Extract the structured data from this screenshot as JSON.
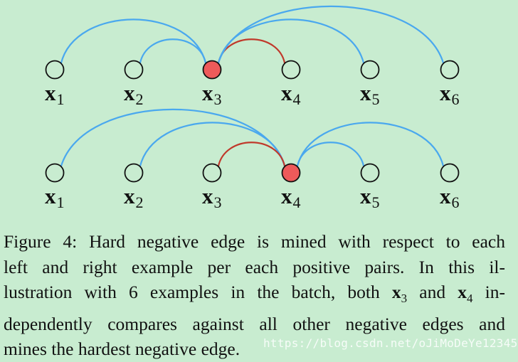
{
  "diagram": {
    "rows": [
      {
        "nodes": [
          {
            "base": "x",
            "sub": "1",
            "highlight": false
          },
          {
            "base": "x",
            "sub": "2",
            "highlight": false
          },
          {
            "base": "x",
            "sub": "3",
            "highlight": true
          },
          {
            "base": "x",
            "sub": "4",
            "highlight": false
          },
          {
            "base": "x",
            "sub": "5",
            "highlight": false
          },
          {
            "base": "x",
            "sub": "6",
            "highlight": false
          }
        ],
        "edges": [
          {
            "from": 0,
            "to": 2,
            "type": "negative",
            "arc": 1.0
          },
          {
            "from": 1,
            "to": 2,
            "type": "negative",
            "arc": 0.55
          },
          {
            "from": 2,
            "to": 3,
            "type": "positive",
            "arc": 0.55
          },
          {
            "from": 2,
            "to": 4,
            "type": "negative",
            "arc": 1.0
          },
          {
            "from": 2,
            "to": 5,
            "type": "negative",
            "arc": 1.3
          }
        ]
      },
      {
        "nodes": [
          {
            "base": "x",
            "sub": "1",
            "highlight": false
          },
          {
            "base": "x",
            "sub": "2",
            "highlight": false
          },
          {
            "base": "x",
            "sub": "3",
            "highlight": false
          },
          {
            "base": "x",
            "sub": "4",
            "highlight": true
          },
          {
            "base": "x",
            "sub": "5",
            "highlight": false
          },
          {
            "base": "x",
            "sub": "6",
            "highlight": false
          }
        ],
        "edges": [
          {
            "from": 0,
            "to": 3,
            "type": "negative",
            "arc": 1.3
          },
          {
            "from": 1,
            "to": 3,
            "type": "negative",
            "arc": 1.0
          },
          {
            "from": 2,
            "to": 3,
            "type": "positive",
            "arc": 0.55
          },
          {
            "from": 3,
            "to": 4,
            "type": "negative",
            "arc": 0.55
          },
          {
            "from": 3,
            "to": 5,
            "type": "negative",
            "arc": 1.0
          }
        ]
      }
    ],
    "colors": {
      "background": "#c8ecd0",
      "negative_edge": "#4aa8ee",
      "positive_edge": "#c0392b",
      "highlight_fill": "#ee5a5a",
      "node_stroke": "#111111",
      "node_fill": "#c8ecd0"
    }
  },
  "caption": {
    "line1": "Figure 4: Hard negative edge is mined with respect to each",
    "line2": "left and right example per each positive pairs.  In this il-",
    "line3_a": "lustration with 6 examples in the batch, both ",
    "line3_x3": "x",
    "line3_x3_sub": "3",
    "line3_b": " and ",
    "line3_x4": "x",
    "line3_x4_sub": "4",
    "line3_c": " in-",
    "line4": "dependently compares against all other negative edges and",
    "line5": "mines the hardest negative edge."
  },
  "watermark": "https://blog.csdn.net/oJiMoDeYe12345"
}
